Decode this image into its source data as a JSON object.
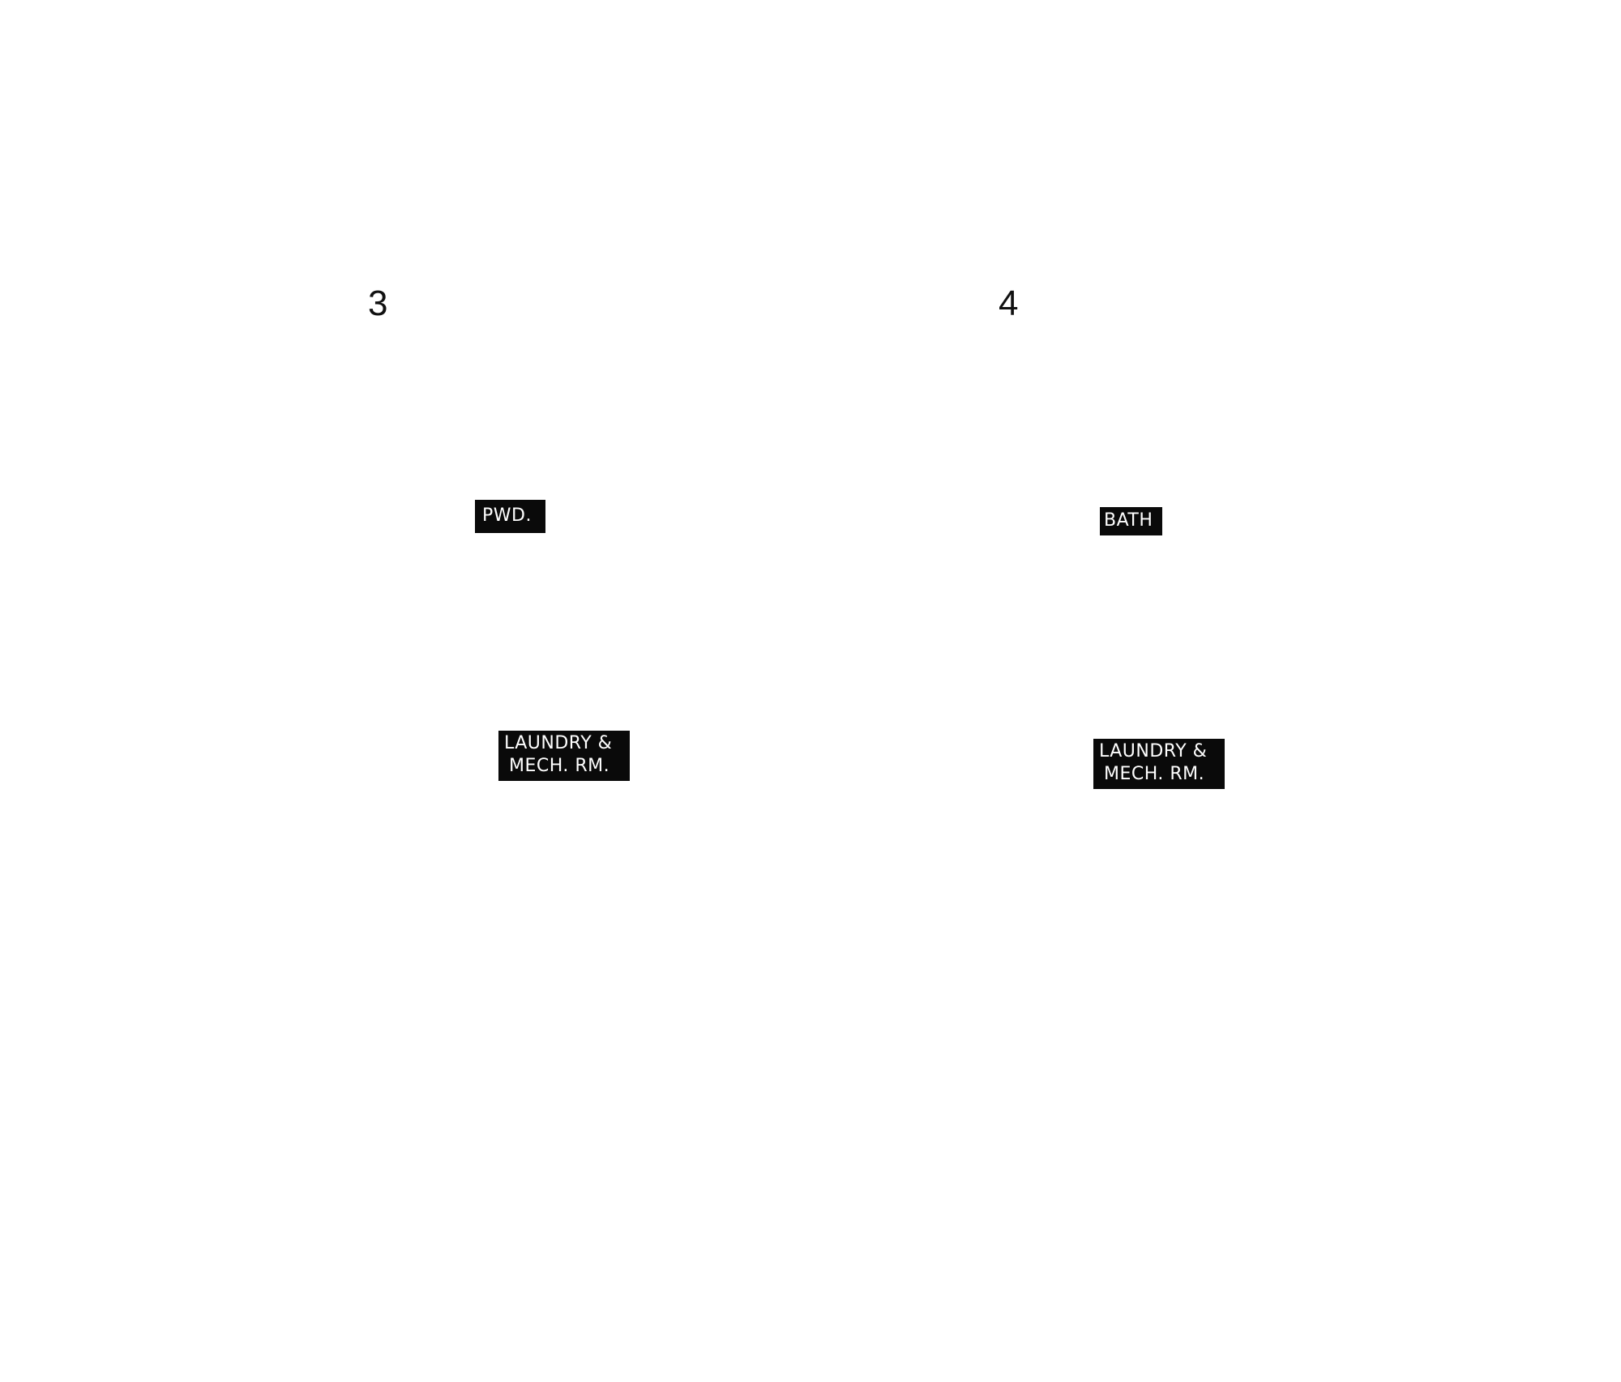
{
  "panels": [
    {
      "number": "3",
      "labels": {
        "pwd": "PWD.",
        "laundry_line1": "LAUNDRY &",
        "laundry_line2": "MECH. RM."
      }
    },
    {
      "number": "4",
      "labels": {
        "bath": "BATH",
        "laundry_line1": "LAUNDRY &",
        "laundry_line2": "MECH. RM."
      }
    }
  ],
  "colors": {
    "background": "#ffffff",
    "label_fill": "#0a0a0a",
    "label_text": "#ffffff",
    "number_text": "#111111"
  }
}
